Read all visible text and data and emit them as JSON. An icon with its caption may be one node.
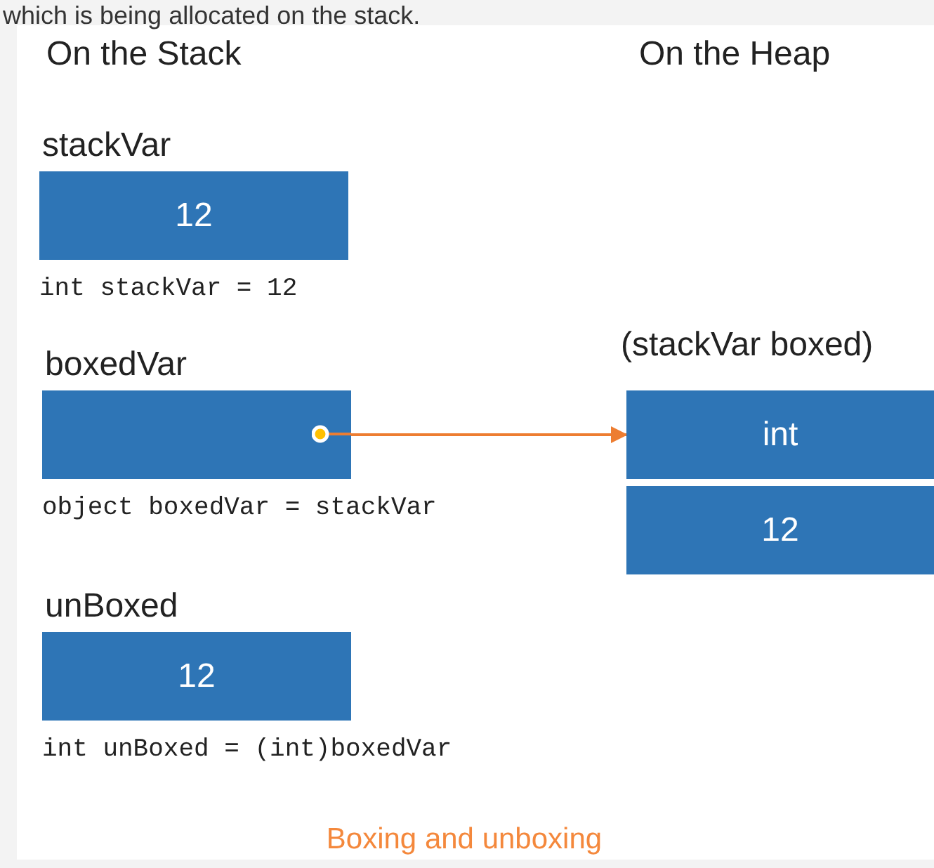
{
  "diagram": {
    "caption": "Boxing and unboxing",
    "nodes": [
      {
        "text": [
          "stackVar",
          "12"
        ],
        "beside": [
          "int stackVar = 12"
        ]
      },
      {
        "text": [
          "boxedVar"
        ],
        "beside": [
          "object boxedVar = stackVar"
        ]
      },
      {
        "text": [
          "(stackVar boxed)"
        ]
      },
      {
        "text": [
          "int"
        ],
        "in": 2
      },
      {
        "text": [
          "12"
        ],
        "in": 2
      },
      {
        "text": [
          "unBoxed",
          "12"
        ],
        "beside": [
          "int unBoxed = (int)boxedVar"
        ]
      }
    ],
    "edges": [
      {
        "from": 1,
        "to": 3,
        "arrow": "to",
        "color": "#ed7d31"
      }
    ],
    "labels": [
      "which is being allocated on the stack.",
      "On the Stack",
      "On the Heap"
    ]
  }
}
